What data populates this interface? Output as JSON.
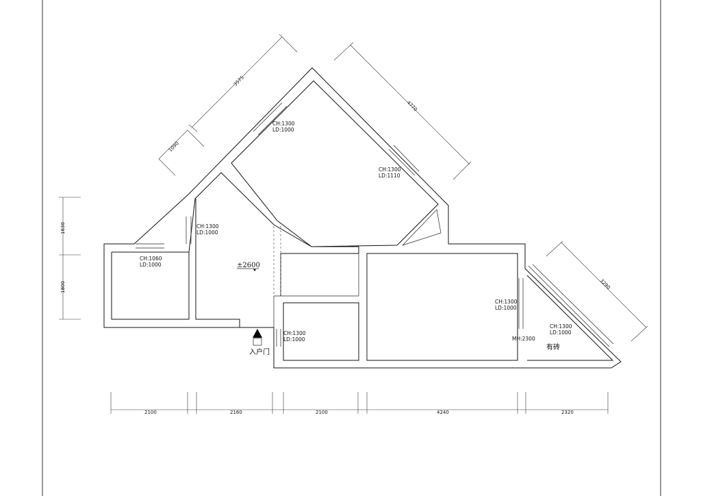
{
  "window_labels": [
    {
      "ch": "CH:1300",
      "ld": "LD:1000"
    },
    {
      "ch": "CH:1300",
      "ld": "LD:1110"
    },
    {
      "ch": "CH:1300",
      "ld": "LD:1000"
    },
    {
      "ch": "CH:1060",
      "ld": "LD:1000"
    },
    {
      "ch": "CH:1300",
      "ld": "LD:1000"
    },
    {
      "ch": "CH:1300",
      "ld": "LD:1000"
    },
    {
      "ch": "CH:1300",
      "ld": "LD:1000"
    }
  ],
  "mh_label": "MH:2300",
  "elevation": "±2600",
  "entrance_label": "入户门",
  "tile_note": "有砖",
  "dimensions": {
    "bottom": [
      "2100",
      "2160",
      "2100",
      "4240",
      "2320"
    ],
    "left": [
      "1630",
      "1800"
    ],
    "diagonal_top_left": [
      "3575",
      "1090"
    ],
    "diagonal_top_right": "4770",
    "diagonal_right": "3290"
  },
  "colors": {
    "line": "#111111",
    "background": "#ffffff"
  }
}
